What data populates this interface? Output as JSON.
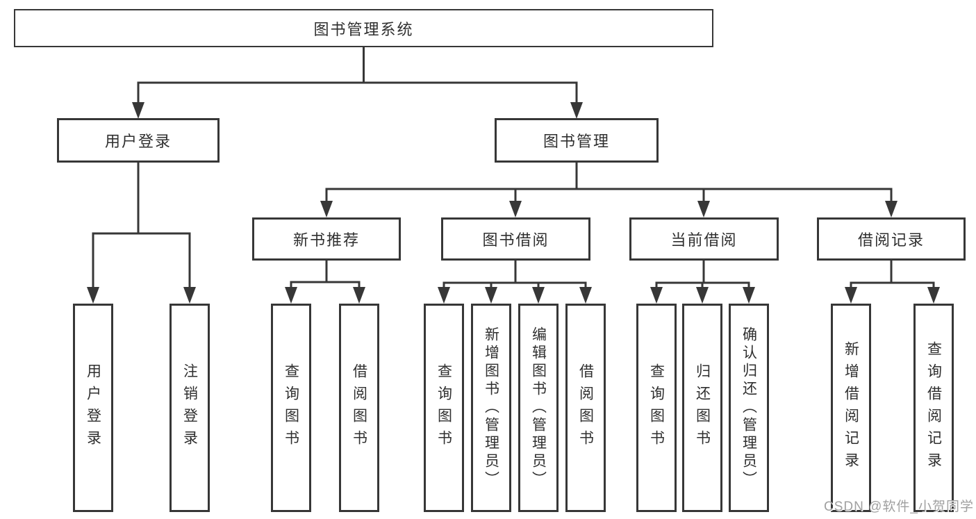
{
  "tree": {
    "label": "图书管理系统",
    "children": [
      {
        "label": "用户登录",
        "children": [
          {
            "label": "用户登录"
          },
          {
            "label": "注销登录"
          }
        ]
      },
      {
        "label": "图书管理",
        "children": [
          {
            "label": "新书推荐",
            "children": [
              {
                "label": "查询图书"
              },
              {
                "label": "借阅图书"
              }
            ]
          },
          {
            "label": "图书借阅",
            "children": [
              {
                "label": "查询图书"
              },
              {
                "label": "新增图书（管理员）"
              },
              {
                "label": "编辑图书（管理员）"
              },
              {
                "label": "借阅图书"
              }
            ]
          },
          {
            "label": "当前借阅",
            "children": [
              {
                "label": "查询图书"
              },
              {
                "label": "归还图书"
              },
              {
                "label": "确认归还（管理员）"
              }
            ]
          },
          {
            "label": "借阅记录",
            "children": [
              {
                "label": "新增借阅记录"
              },
              {
                "label": "查询借阅记录"
              }
            ]
          }
        ]
      }
    ]
  },
  "watermark": {
    "text": "CSDN @软件_小贺同学"
  },
  "colors": {
    "line": "#373737",
    "text": "#2f2f2f",
    "background": "#ffffff",
    "watermark": "#a0a0a0"
  }
}
